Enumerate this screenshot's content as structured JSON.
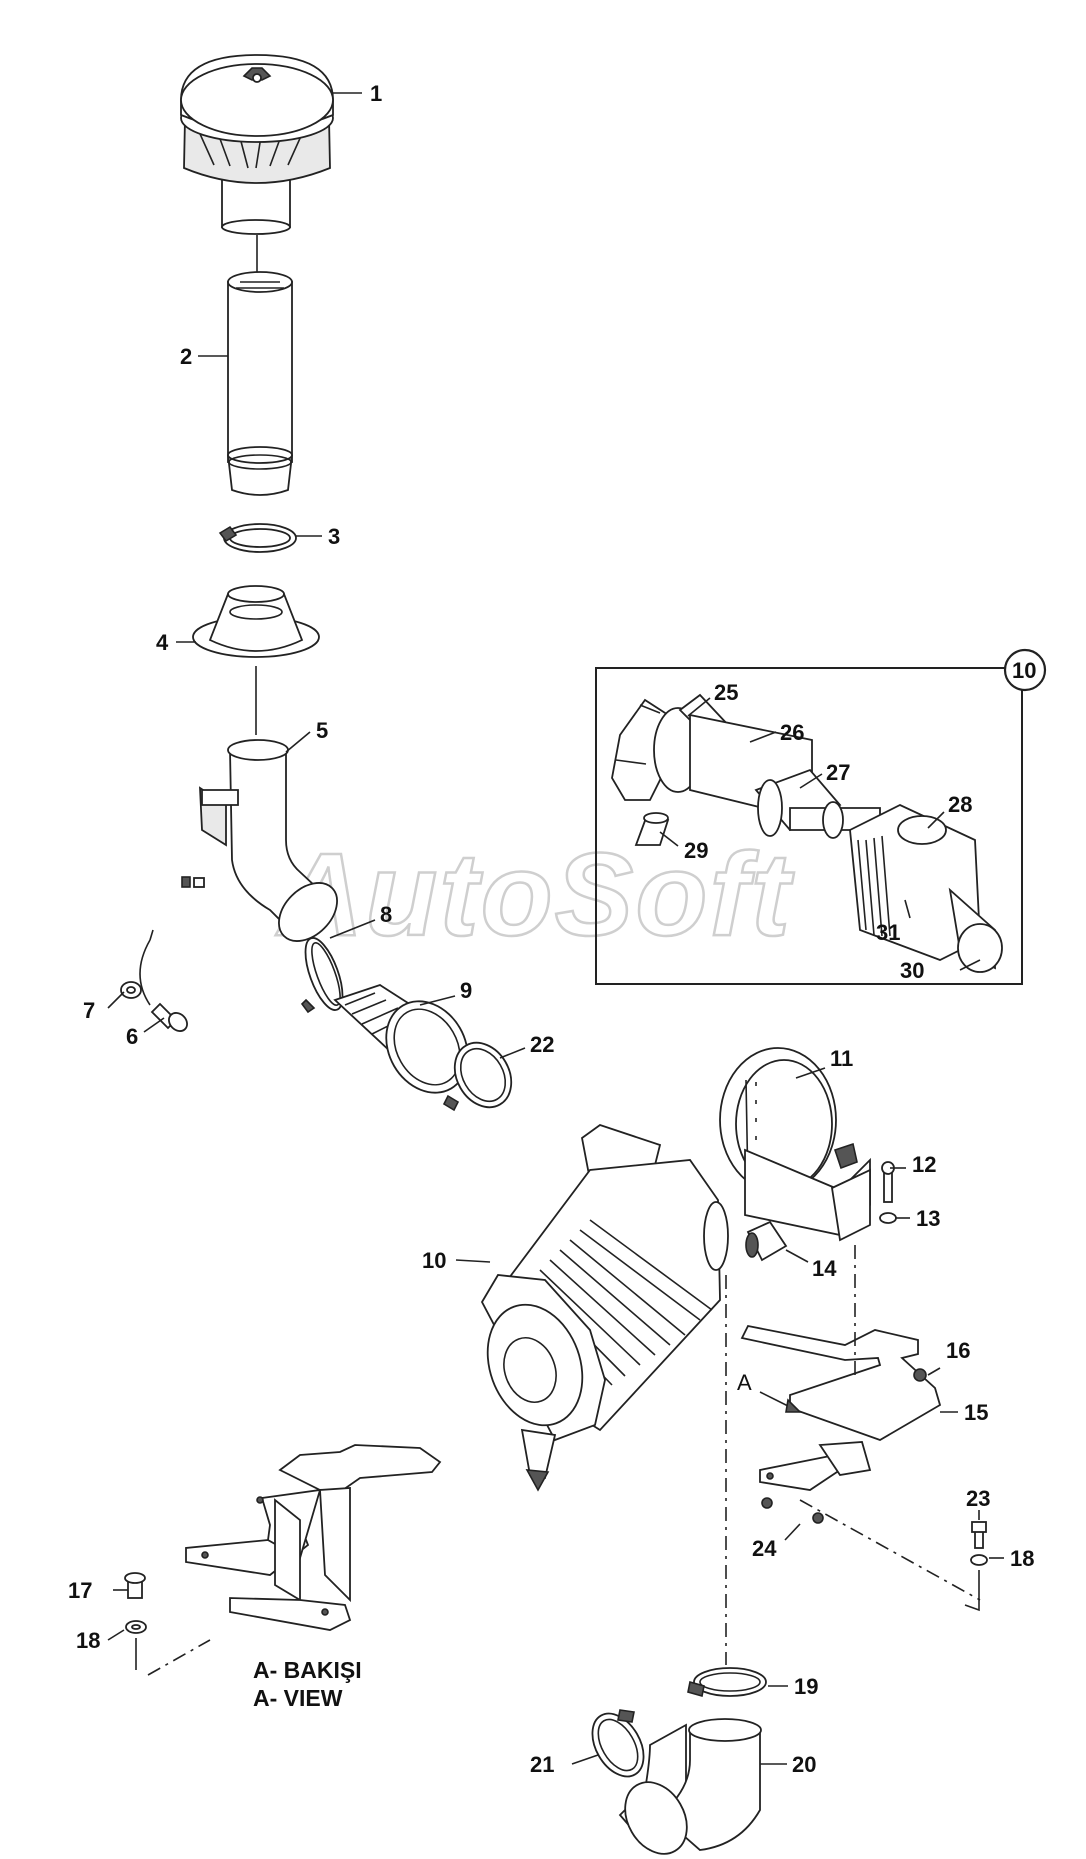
{
  "watermark": "AutoSoft",
  "view_caption": {
    "line1": "A- BAKIŞI",
    "line2": "A- VIEW",
    "arrow_letter": "A"
  },
  "callouts": {
    "c1": "1",
    "c2": "2",
    "c3": "3",
    "c4": "4",
    "c5": "5",
    "c6": "6",
    "c7": "7",
    "c8": "8",
    "c9": "9",
    "c10": "10",
    "c10_detail": "10",
    "c11": "11",
    "c12": "12",
    "c13": "13",
    "c14": "14",
    "c15": "15",
    "c16": "16",
    "c17": "17",
    "c18a": "18",
    "c18b": "18",
    "c19": "19",
    "c20": "20",
    "c21": "21",
    "c22": "22",
    "c23": "23",
    "c24": "24",
    "c25": "25",
    "c26": "26",
    "c27": "27",
    "c28": "28",
    "c29": "29",
    "c30": "30",
    "c31": "31"
  },
  "icons": {
    "line_style": "technical-line-drawing",
    "ink": "#222222",
    "paper": "#ffffff",
    "watermark_outline": "#cfcfcf"
  }
}
